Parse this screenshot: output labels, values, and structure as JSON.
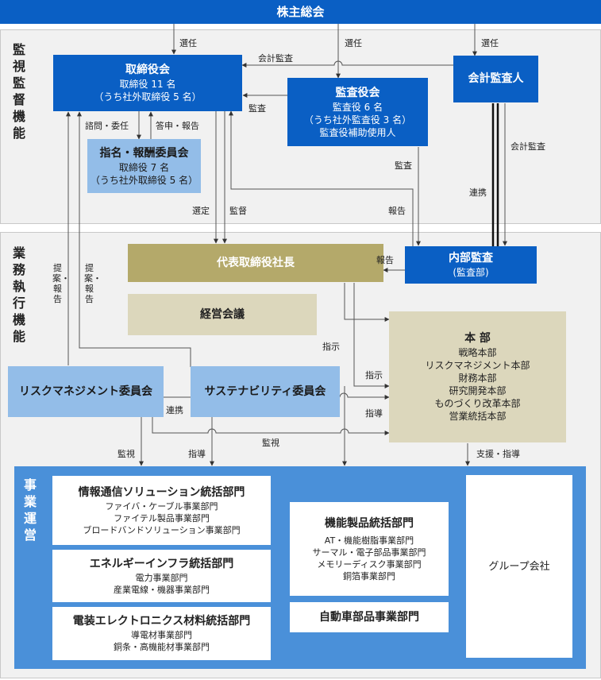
{
  "top": {
    "title": "株主総会"
  },
  "sections": {
    "supervision": "監視監督機能",
    "execution": "業務執行機能",
    "operations": "事業運営"
  },
  "board": {
    "title": "取締役会",
    "line1": "取締役 11 名",
    "line2": "（うち社外取締役 5 名）"
  },
  "committee": {
    "title": "指名・報酬委員会",
    "line1": "取締役 7 名",
    "line2": "（うち社外取締役 5 名）"
  },
  "auditors": {
    "title": "監査役会",
    "line1": "監査役 6 名",
    "line2": "（うち社外監査役 3 名）",
    "line3": "監査役補助使用人"
  },
  "accountant": {
    "title": "会計監査人"
  },
  "president": {
    "title": "代表取締役社長"
  },
  "mgmt_meeting": {
    "title": "経営会議"
  },
  "internal_audit": {
    "title": "内部監査",
    "sub": "(監査部)"
  },
  "hq": {
    "title": "本 部",
    "items": [
      "戦略本部",
      "リスクマネジメント本部",
      "財務本部",
      "研究開発本部",
      "ものづくり改革本部",
      "営業統括本部"
    ]
  },
  "risk_committee": {
    "title": "リスクマネジメント委員会"
  },
  "sustainability_committee": {
    "title": "サステナビリティ委員会"
  },
  "divisions": {
    "telecom": {
      "title": "情報通信ソリューション統括部門",
      "items": [
        "ファイバ・ケーブル事業部門",
        "ファイテル製品事業部門",
        "ブロードバンドソリューション事業部門"
      ]
    },
    "energy": {
      "title": "エネルギーインフラ統括部門",
      "items": [
        "電力事業部門",
        "産業電線・機器事業部門"
      ]
    },
    "electronics": {
      "title": "電装エレクトロニクス材料統括部門",
      "items": [
        "導電材事業部門",
        "銅条・高機能材事業部門"
      ]
    },
    "functional": {
      "title": "機能製品統括部門",
      "items": [
        "AT・機能樹脂事業部門",
        "サーマル・電子部品事業部門",
        "メモリーディスク事業部門",
        "銅箔事業部門"
      ]
    },
    "auto": {
      "title": "自動車部品事業部門"
    },
    "group": {
      "title": "グループ会社"
    }
  },
  "labels": {
    "elect1": "選任",
    "elect2": "選任",
    "elect3": "選任",
    "acct_audit1": "会計監査",
    "acct_audit2": "会計監査",
    "audit1": "監査",
    "audit2": "監査",
    "consult": "諮問・委任",
    "report_back": "答申・報告",
    "appoint": "選定",
    "supervise": "監督",
    "report1": "報告",
    "report2": "報告",
    "liaison1": "連携",
    "liaison2": "連携",
    "propose1": "提案・報告",
    "propose2": "提案・報告",
    "instruct1": "指示",
    "instruct2": "指示",
    "guide1": "指導",
    "guide2": "指導",
    "monitor1": "監視",
    "monitor2": "監視",
    "support": "支援・指導"
  },
  "colors": {
    "navy": "#0a5fc4",
    "light_blue": "#93bde8",
    "olive": "#b4a96a",
    "beige": "#dcd7bc",
    "ops_blue": "#4a90d9"
  }
}
